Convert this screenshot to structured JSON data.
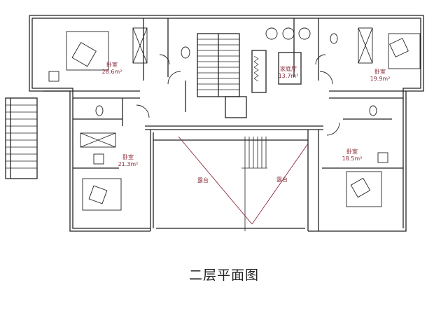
{
  "plan": {
    "title": "二层平面图",
    "rooms": [
      {
        "name": "卧室",
        "area": "28.6m²"
      },
      {
        "name": "家庭厅",
        "area": "13.7m²"
      },
      {
        "name": "卧室",
        "area": "19.9m²"
      },
      {
        "name": "卧室",
        "area": "21.3m²"
      },
      {
        "name": "露台",
        "area": ""
      },
      {
        "name": "露台",
        "area": ""
      },
      {
        "name": "卧室",
        "area": "18.5m²"
      }
    ]
  },
  "colors": {
    "wall": "#222222",
    "label": "#8a2b3a"
  }
}
